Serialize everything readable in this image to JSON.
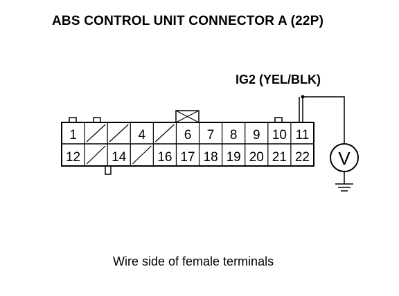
{
  "title": "ABS CONTROL UNIT CONNECTOR A (22P)",
  "wire_label": "IG2 (YEL/BLK)",
  "caption": "Wire side of female terminals",
  "connector": {
    "top_row": [
      "1",
      "",
      "",
      "4",
      "",
      "6",
      "7",
      "8",
      "9",
      "10",
      "11"
    ],
    "bottom_row": [
      "12",
      "",
      "14",
      "",
      "16",
      "17",
      "18",
      "19",
      "20",
      "21",
      "22"
    ]
  },
  "meter_symbol": "V"
}
